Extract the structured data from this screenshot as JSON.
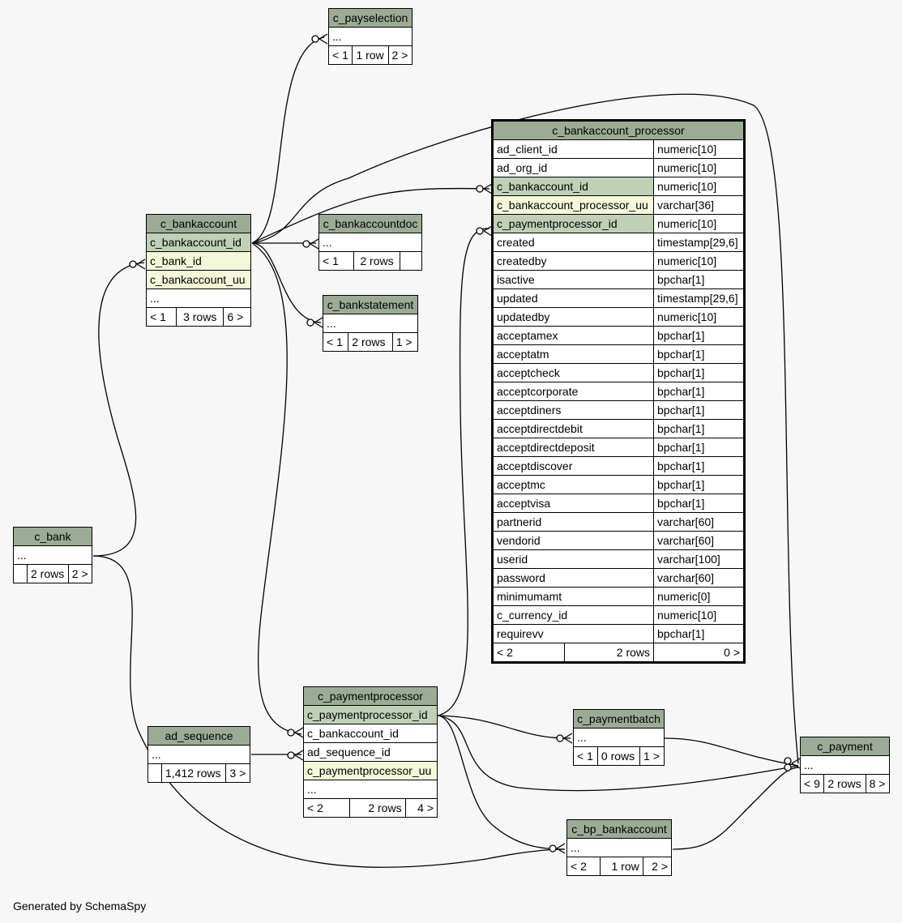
{
  "footer": "Generated by SchemaSpy",
  "tables": {
    "c_payselection": {
      "name": "c_payselection",
      "more": "...",
      "parents": "< 1",
      "rows": "1 row",
      "children": "2 >"
    },
    "c_bankaccountdoc": {
      "name": "c_bankaccountdoc",
      "more": "...",
      "parents": "< 1",
      "rows": "2 rows",
      "children": ""
    },
    "c_bankstatement": {
      "name": "c_bankstatement",
      "more": "...",
      "parents": "< 1",
      "rows": "2 rows",
      "children": "1 >"
    },
    "c_bankaccount": {
      "name": "c_bankaccount",
      "col1": "c_bankaccount_id",
      "col2": "c_bank_id",
      "col3": "c_bankaccount_uu",
      "more": "...",
      "parents": "< 1",
      "rows": "3 rows",
      "children": "6 >"
    },
    "c_bank": {
      "name": "c_bank",
      "more": "...",
      "parents": "",
      "rows": "2 rows",
      "children": "2 >"
    },
    "ad_sequence": {
      "name": "ad_sequence",
      "more": "...",
      "parents": "",
      "rows": "1,412 rows",
      "children": "3 >"
    },
    "c_paymentprocessor": {
      "name": "c_paymentprocessor",
      "col1": "c_paymentprocessor_id",
      "col2": "c_bankaccount_id",
      "col3": "ad_sequence_id",
      "col4": "c_paymentprocessor_uu",
      "more": "...",
      "parents": "< 2",
      "rows": "2 rows",
      "children": "4 >"
    },
    "c_paymentbatch": {
      "name": "c_paymentbatch",
      "more": "...",
      "parents": "< 1",
      "rows": "0 rows",
      "children": "1 >"
    },
    "c_bp_bankaccount": {
      "name": "c_bp_bankaccount",
      "more": "...",
      "parents": "< 2",
      "rows": "1 row",
      "children": "2 >"
    },
    "c_payment": {
      "name": "c_payment",
      "more": "...",
      "parents": "< 9",
      "rows": "2 rows",
      "children": "8 >"
    },
    "c_bankaccount_processor": {
      "name": "c_bankaccount_processor",
      "columns": [
        {
          "name": "ad_client_id",
          "type": "numeric[10]",
          "kind": ""
        },
        {
          "name": "ad_org_id",
          "type": "numeric[10]",
          "kind": ""
        },
        {
          "name": "c_bankaccount_id",
          "type": "numeric[10]",
          "kind": "pk"
        },
        {
          "name": "c_bankaccount_processor_uu",
          "type": "varchar[36]",
          "kind": "fk"
        },
        {
          "name": "c_paymentprocessor_id",
          "type": "numeric[10]",
          "kind": "pk"
        },
        {
          "name": "created",
          "type": "timestamp[29,6]",
          "kind": ""
        },
        {
          "name": "createdby",
          "type": "numeric[10]",
          "kind": ""
        },
        {
          "name": "isactive",
          "type": "bpchar[1]",
          "kind": ""
        },
        {
          "name": "updated",
          "type": "timestamp[29,6]",
          "kind": ""
        },
        {
          "name": "updatedby",
          "type": "numeric[10]",
          "kind": ""
        },
        {
          "name": "acceptamex",
          "type": "bpchar[1]",
          "kind": ""
        },
        {
          "name": "acceptatm",
          "type": "bpchar[1]",
          "kind": ""
        },
        {
          "name": "acceptcheck",
          "type": "bpchar[1]",
          "kind": ""
        },
        {
          "name": "acceptcorporate",
          "type": "bpchar[1]",
          "kind": ""
        },
        {
          "name": "acceptdiners",
          "type": "bpchar[1]",
          "kind": ""
        },
        {
          "name": "acceptdirectdebit",
          "type": "bpchar[1]",
          "kind": ""
        },
        {
          "name": "acceptdirectdeposit",
          "type": "bpchar[1]",
          "kind": ""
        },
        {
          "name": "acceptdiscover",
          "type": "bpchar[1]",
          "kind": ""
        },
        {
          "name": "acceptmc",
          "type": "bpchar[1]",
          "kind": ""
        },
        {
          "name": "acceptvisa",
          "type": "bpchar[1]",
          "kind": ""
        },
        {
          "name": "partnerid",
          "type": "varchar[60]",
          "kind": ""
        },
        {
          "name": "vendorid",
          "type": "varchar[60]",
          "kind": ""
        },
        {
          "name": "userid",
          "type": "varchar[100]",
          "kind": ""
        },
        {
          "name": "password",
          "type": "varchar[60]",
          "kind": ""
        },
        {
          "name": "minimumamt",
          "type": "numeric[0]",
          "kind": ""
        },
        {
          "name": "c_currency_id",
          "type": "numeric[10]",
          "kind": ""
        },
        {
          "name": "requirevv",
          "type": "bpchar[1]",
          "kind": ""
        }
      ],
      "parents": "< 2",
      "rows": "2 rows",
      "children": "0 >"
    }
  }
}
